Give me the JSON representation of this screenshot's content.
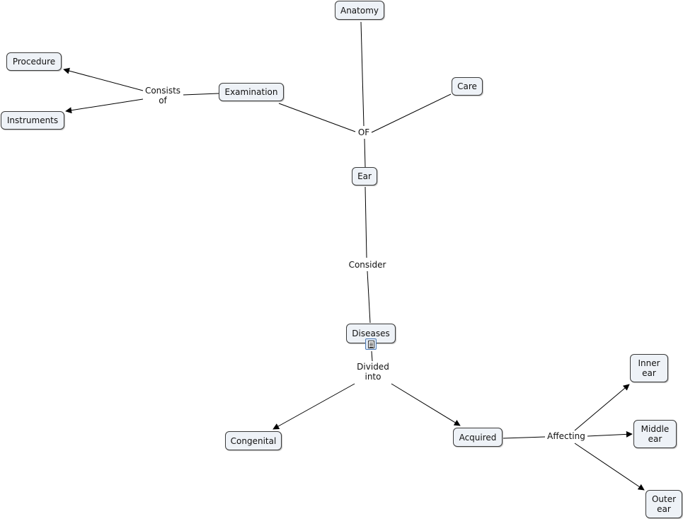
{
  "map": {
    "concepts": {
      "anatomy": "Anatomy",
      "care": "Care",
      "examination": "Examination",
      "procedure": "Procedure",
      "instruments": "Instruments",
      "ear": "Ear",
      "diseases": "Diseases",
      "congenital": "Congenital",
      "acquired": "Acquired",
      "inner_ear": "Inner\near",
      "middle_ear": "Middle\near",
      "outer_ear": "Outer\near"
    },
    "linking_phrases": {
      "of": "OF",
      "consists_of": "Consists\nof",
      "consider": "Consider",
      "divided_into": "Divided\ninto",
      "affecting": "Affecting"
    },
    "icons": {
      "diseases_resource": "document-icon"
    },
    "colors": {
      "node_fill": "#eef2f7",
      "node_border": "#3a3a3a",
      "line": "#000000"
    }
  }
}
